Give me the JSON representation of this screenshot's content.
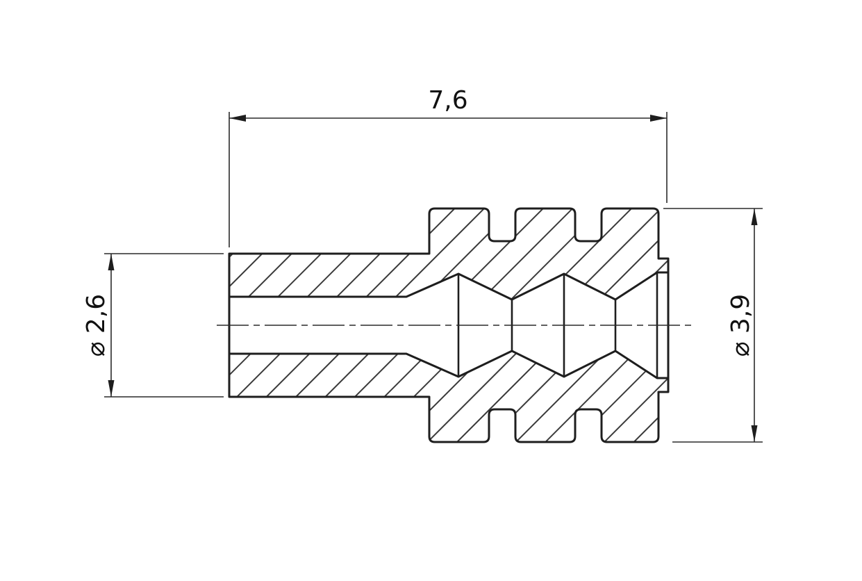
{
  "drawing": {
    "type": "technical-cross-section",
    "subject": "single-wire-seal",
    "dimensions": {
      "length": {
        "label": "7,6",
        "value": 7.6
      },
      "diameter_small": {
        "label": "⌀ 2,6",
        "value": 2.6
      },
      "diameter_large": {
        "label": "⌀ 3,9",
        "value": 3.9
      }
    },
    "colors": {
      "line": "#1e1e1e",
      "hatch": "#3a3a3a",
      "background": "#ffffff"
    }
  }
}
